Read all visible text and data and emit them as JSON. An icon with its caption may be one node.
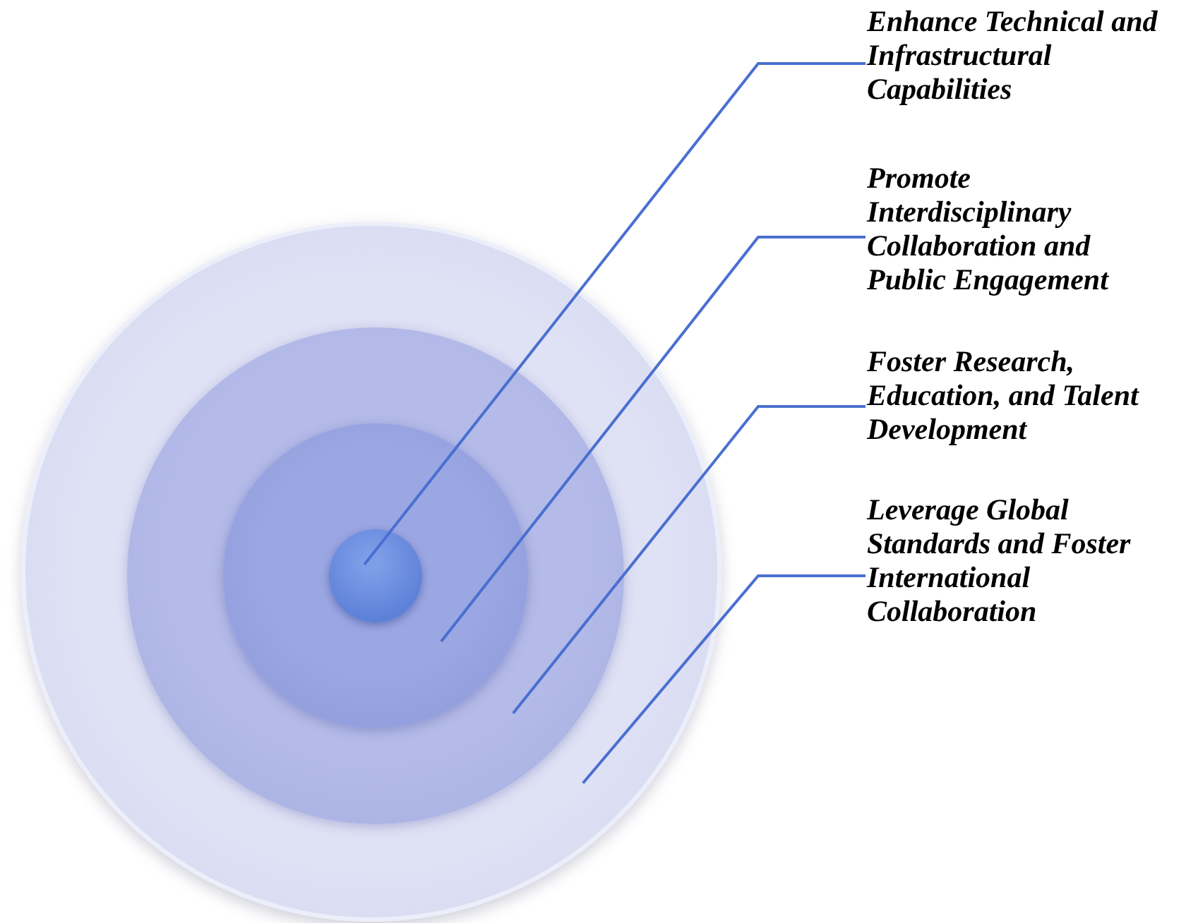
{
  "diagram": {
    "nodes": [
      {
        "text": [
          "Enhance Technical and Infrastructural Capabilities"
        ]
      },
      {
        "text": [
          "Promote Interdisciplinary Collaboration and Public Engagement"
        ]
      },
      {
        "text": [
          "Foster Research, Education, and Talent Development"
        ]
      },
      {
        "text": [
          "Leverage Global Standards and Foster International Collaboration"
        ]
      },
      {
        "text": [],
        "shape": "circle"
      },
      {
        "text": [],
        "shape": "circle",
        "in": 4
      },
      {
        "text": [],
        "shape": "circle",
        "in": 5
      },
      {
        "text": [],
        "shape": "circle",
        "in": 6
      }
    ],
    "edges": [
      {
        "from": 0,
        "to": 7,
        "arrow": "none"
      },
      {
        "from": 1,
        "to": 6,
        "arrow": "none"
      },
      {
        "from": 2,
        "to": 5,
        "arrow": "none"
      },
      {
        "from": 3,
        "to": 4,
        "arrow": "none"
      }
    ]
  }
}
